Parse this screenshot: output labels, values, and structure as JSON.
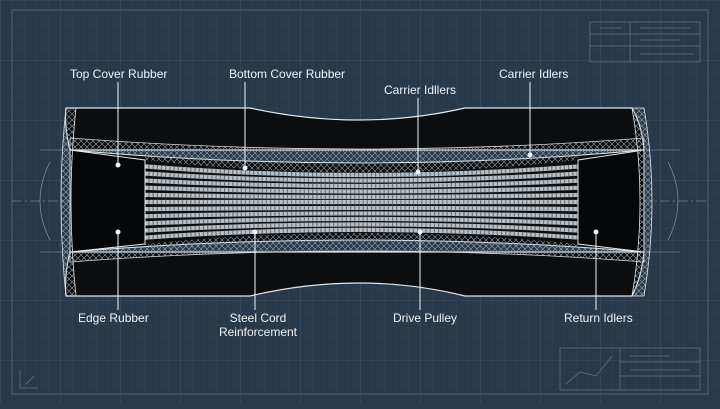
{
  "diagram": {
    "labels": {
      "top_cover_rubber": "Top Cover Rubber",
      "bottom_cover_rubber": "Bottom Cover Rubber",
      "carrier_idlers_1": "Carrier Idllers",
      "carrier_idlers_2": "Carrier Idlers",
      "edge_rubber": "Edge Rubber",
      "steel_cord_line1": "Steel Cord",
      "steel_cord_line2": "Reinforcement",
      "drive_pulley": "Drive Pulley",
      "return_idlers": "Return Idlers"
    },
    "colors": {
      "background": "#283a4a",
      "grid": "#3a5064",
      "rubber": "#0b0d0f",
      "line": "#dfe6ea",
      "cord": "#b9c1c6"
    }
  }
}
